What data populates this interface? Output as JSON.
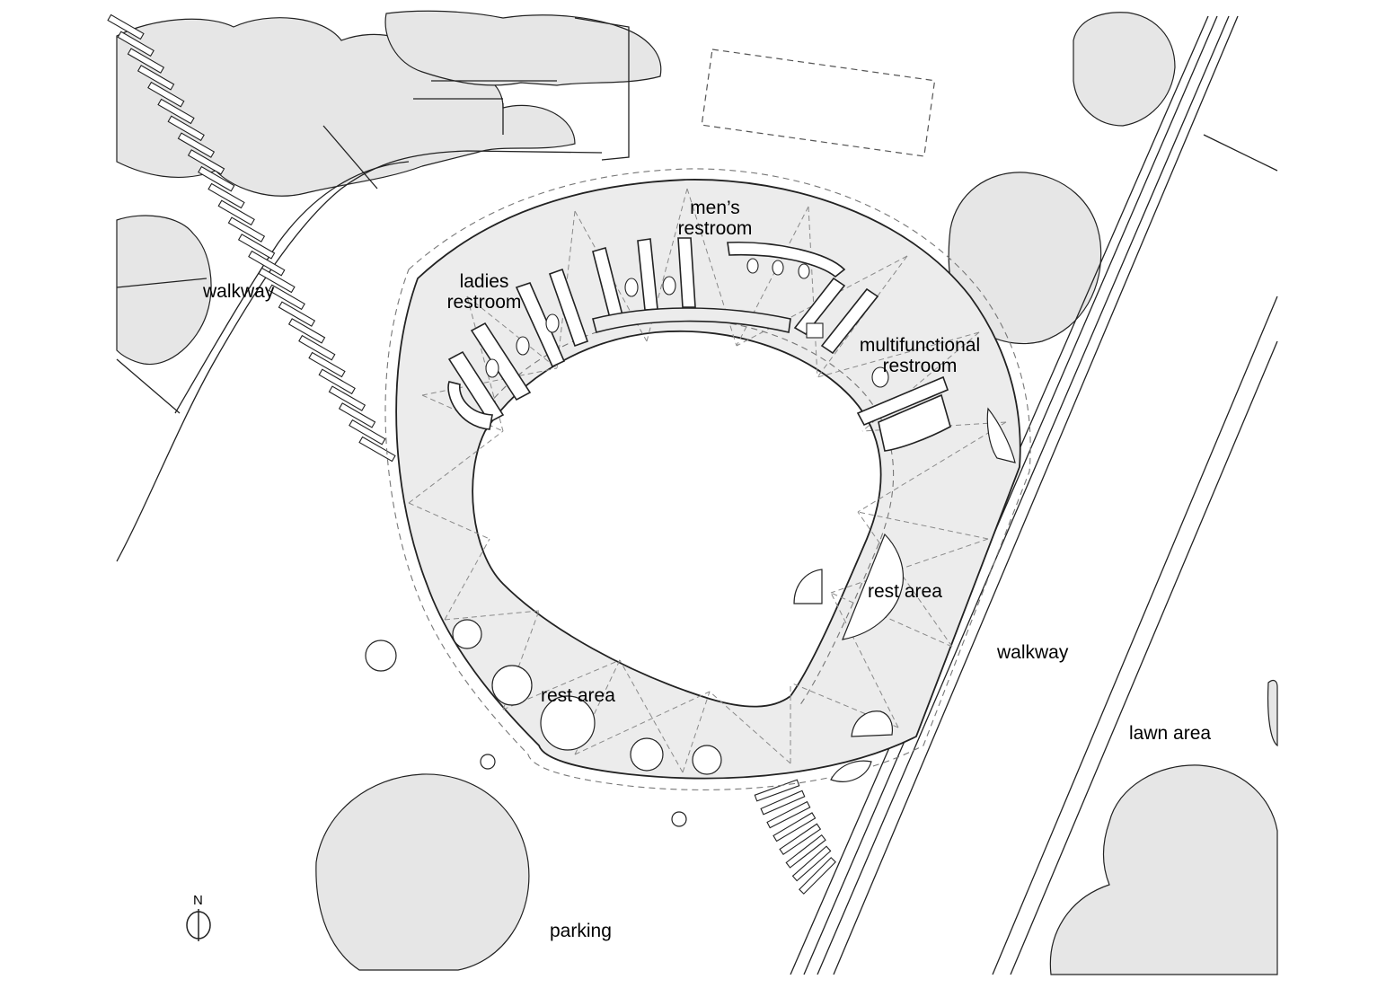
{
  "labels": {
    "walkway_west": "walkway",
    "walkway_east": "walkway",
    "ladies_restroom": [
      "ladies",
      "restroom"
    ],
    "mens_restroom": [
      "men’s",
      "restroom"
    ],
    "multifunctional_restroom": [
      "multifunctional",
      "restroom"
    ],
    "rest_area_east": "rest area",
    "rest_area_south": "rest area",
    "lawn_area": "lawn area",
    "parking": "parking"
  },
  "north_arrow": {
    "letter": "N",
    "icon": "north-arrow-icon"
  },
  "colors": {
    "line": "#222222",
    "fill_light": "#ececec",
    "tree_fill": "#e6e6e6",
    "dashed": "#777777"
  }
}
